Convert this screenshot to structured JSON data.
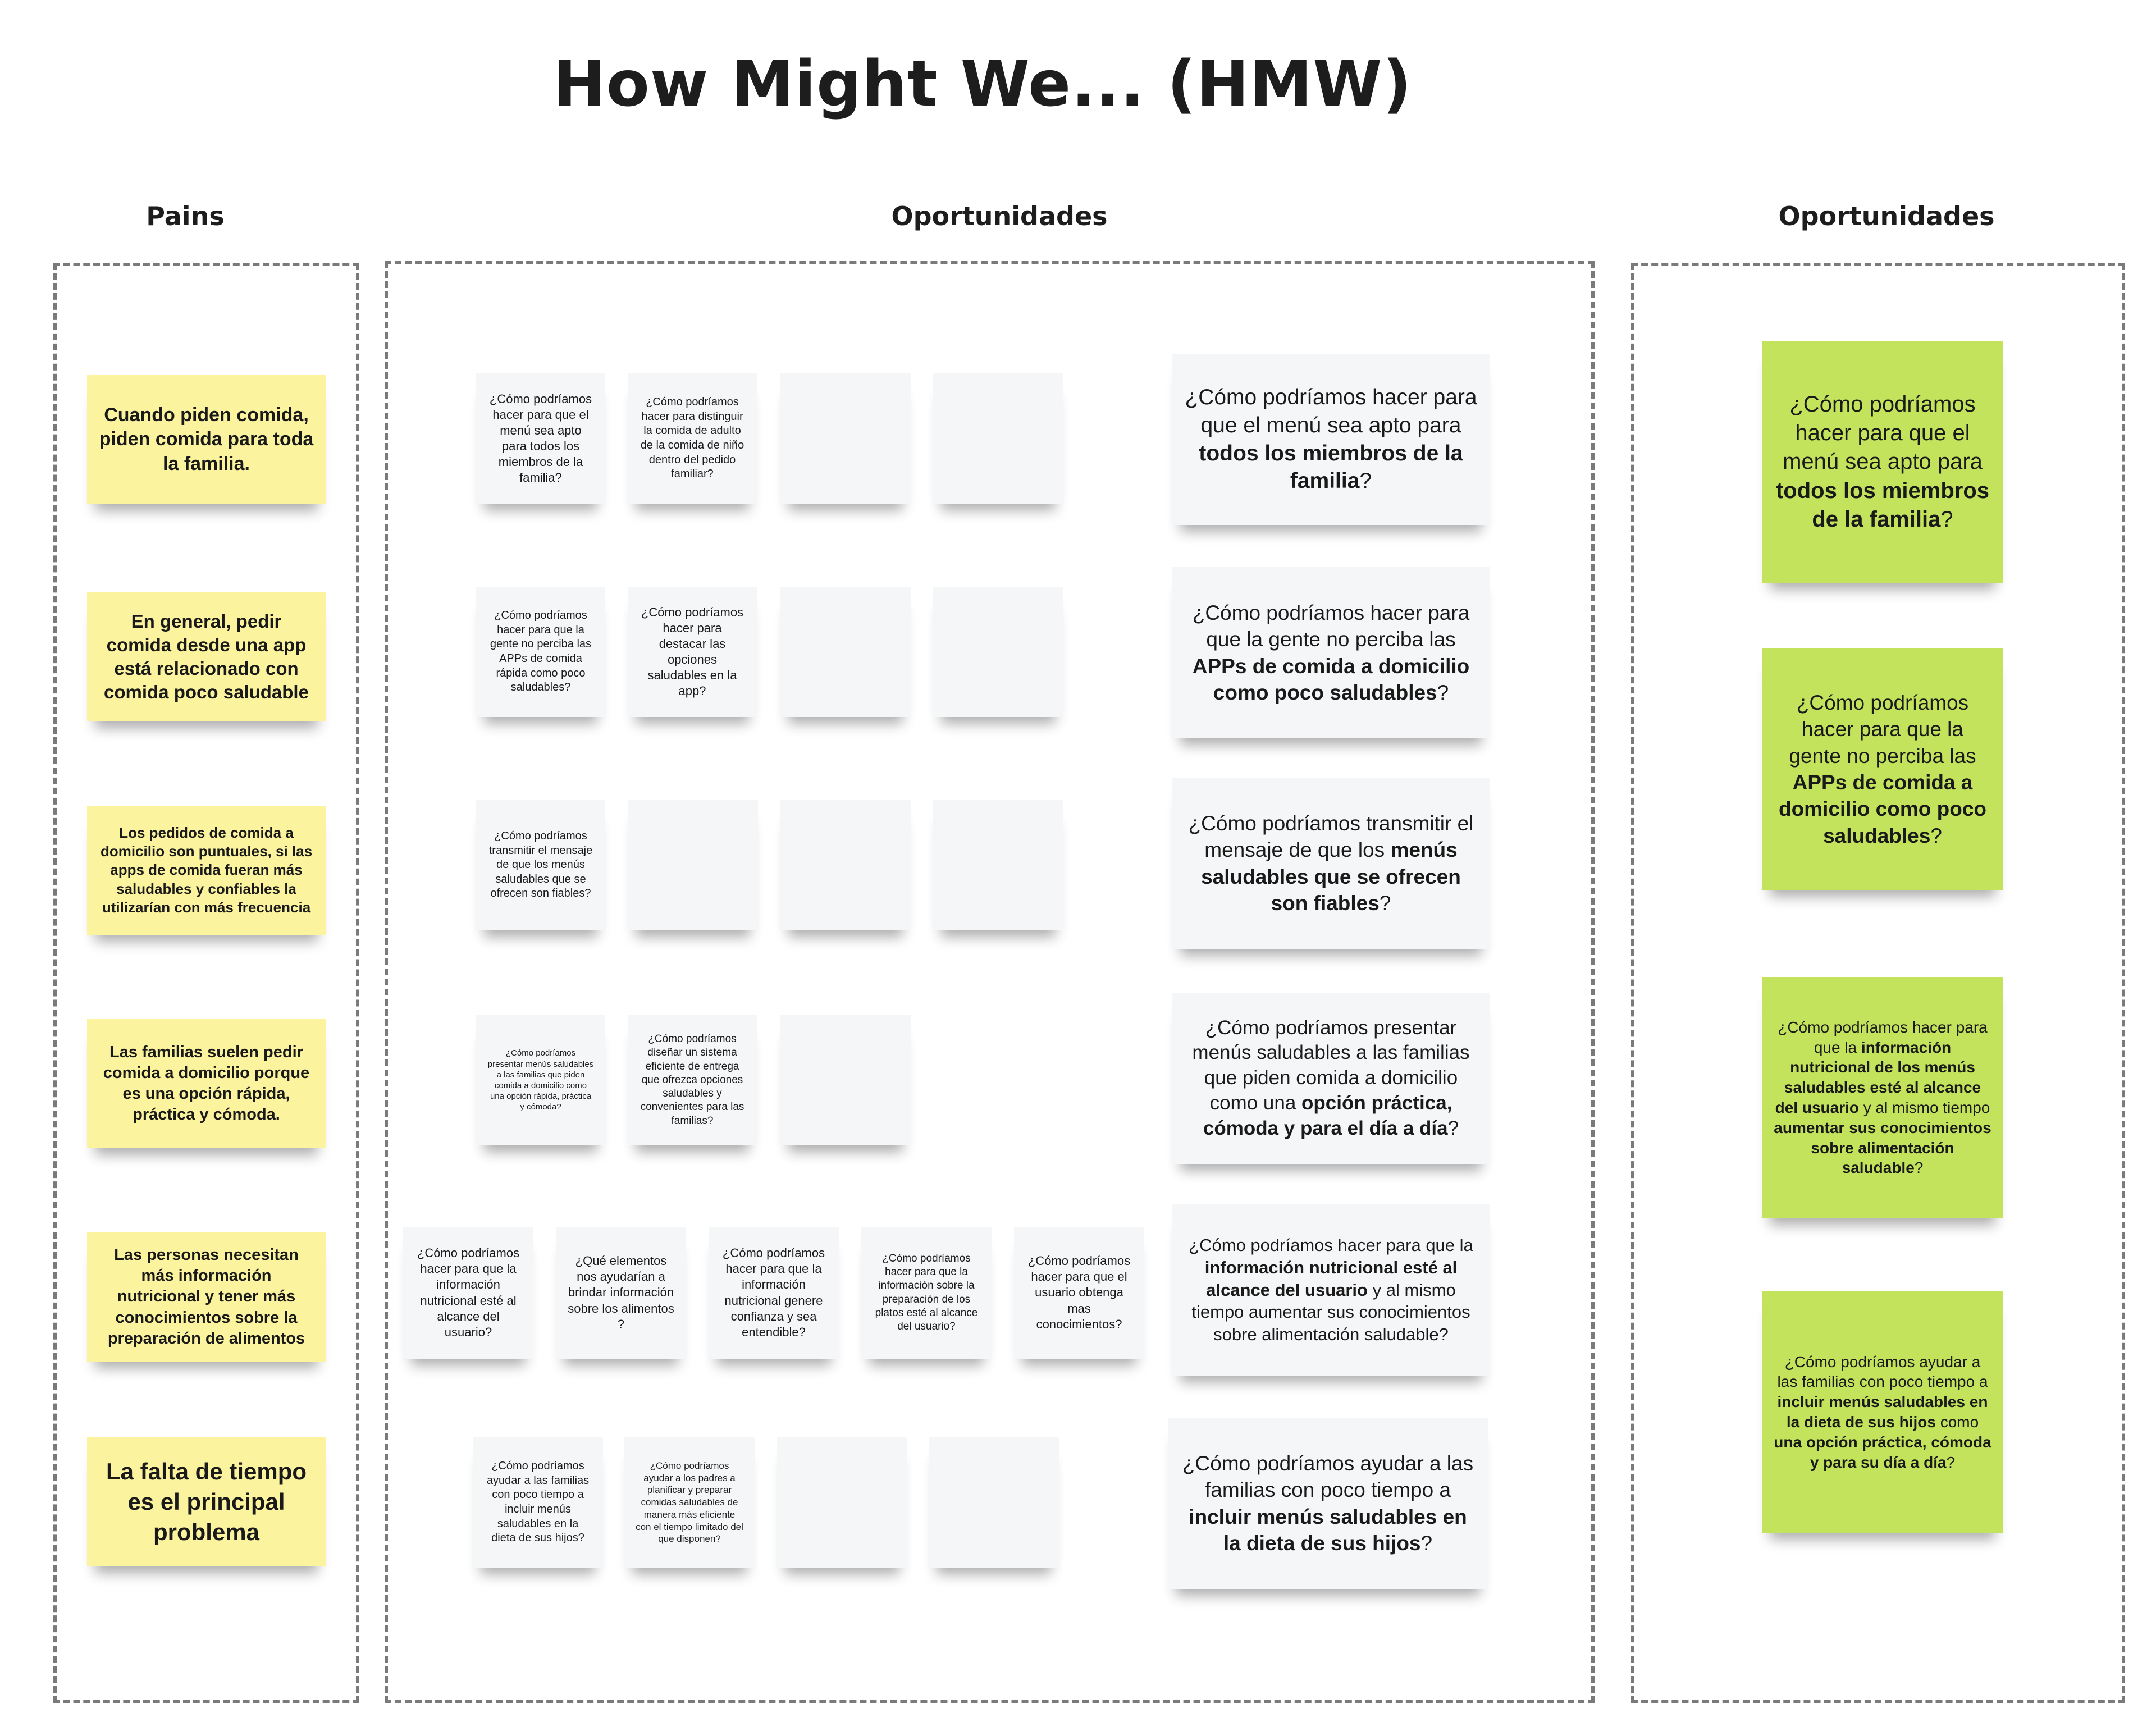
{
  "title": "How Might We... (HMW)",
  "headers": {
    "pains": "Pains",
    "oportunidades_center": "Oportunidades",
    "oportunidades_right": "Oportunidades"
  },
  "pains": [
    "Cuando piden comida, piden comida para toda la familia.",
    "En general, pedir comida desde una app está relacionado con comida poco saludable",
    "Los pedidos de comida a domicilio son puntuales, si las apps de comida fueran más saludables y confiables la utilizarían con más frecuencia",
    "Las familias suelen pedir comida a domicilio porque es una opción rápida, práctica y cómoda.",
    "Las personas necesitan más información nutricional y tener más conocimientos sobre la preparación de alimentos",
    "La falta de tiempo es el principal problema"
  ],
  "small_notes": {
    "r1a": "¿Cómo podríamos hacer para que el menú sea apto para todos los miembros de la familia?",
    "r1b": "¿Cómo podríamos hacer para distinguir la comida de adulto de la comida de niño dentro del pedido familiar?",
    "r2a": "¿Cómo podríamos hacer para que la gente no perciba las APPs de comida rápida como poco saludables?",
    "r2b": "¿Cómo podríamos hacer para destacar las opciones saludables en la app?",
    "r3a": "¿Cómo podríamos transmitir el mensaje de que los menús saludables que se ofrecen son fiables?",
    "r4a": "¿Cómo podríamos presentar menús saludables a las familias que piden comida a domicilio como una opción rápida, práctica y cómoda?",
    "r4b": "¿Cómo podríamos diseñar un sistema eficiente de entrega que ofrezca opciones saludables y convenientes para las familias?",
    "r5a": "¿Cómo podríamos hacer para que la información nutricional esté al alcance del usuario?",
    "r5b": "¿Qué elementos nos ayudarían a brindar información sobre los alimentos ?",
    "r5c": "¿Cómo podríamos hacer para que la información nutricional genere confianza y sea entendible?",
    "r5d": "¿Cómo podríamos hacer para que la información sobre la preparación de los platos esté al alcance del usuario?",
    "r5e": "¿Cómo podríamos hacer para que el usuario obtenga mas conocimientos?",
    "r6a": "¿Cómo podríamos ayudar a las familias con poco tiempo a incluir menús saludables en la dieta de sus hijos?",
    "r6b": "¿Cómo podríamos ayudar a los padres a planificar y preparar comidas saludables de manera más eficiente con el tiempo limitado del que disponen?"
  },
  "big_notes": [
    {
      "pre": "¿Cómo podríamos hacer para que el menú sea apto para ",
      "bold": "todos los miembros de la familia",
      "mid": "",
      "bold2": "",
      "post": "?"
    },
    {
      "pre": "¿Cómo podríamos hacer para que la gente no perciba las ",
      "bold": "APPs de comida a domicilio como poco saludables",
      "mid": "",
      "bold2": "",
      "post": "?"
    },
    {
      "pre": "¿Cómo podríamos transmitir el mensaje de que los ",
      "bold": "menús saludables que se ofrecen son fiables",
      "mid": "",
      "bold2": "",
      "post": "?"
    },
    {
      "pre": "¿Cómo podríamos presentar menús saludables a las familias que piden comida a domicilio como una ",
      "bold": "opción práctica, cómoda y para el día a día",
      "mid": "",
      "bold2": "",
      "post": "?"
    },
    {
      "pre": "¿Cómo podríamos hacer para que la ",
      "bold": "información nutricional esté al alcance del usuario",
      "mid": " y al mismo tiempo aumentar sus conocimientos sobre alimentación saludable",
      "bold2": "",
      "post": "?"
    },
    {
      "pre": "¿Cómo podríamos ayudar a las familias con poco tiempo a ",
      "bold": "incluir menús saludables en la dieta de sus hijos",
      "mid": "",
      "bold2": "",
      "post": "?"
    }
  ],
  "green_notes": [
    {
      "pre": "¿Cómo podríamos hacer para que el menú sea apto para ",
      "bold": "todos los miembros de la familia",
      "mid": "",
      "bold2": "",
      "post": "?"
    },
    {
      "pre": "¿Cómo podríamos hacer para que la gente no perciba las ",
      "bold": "APPs de comida a domicilio como poco saludables",
      "mid": "",
      "bold2": "",
      "post": "?"
    },
    {
      "pre": "¿Cómo podríamos hacer para que la ",
      "bold": "información nutricional de los menús saludables esté al alcance del usuario",
      "mid": " y al mismo tiempo ",
      "bold2": "aumentar sus conocimientos sobre alimentación saludable",
      "post": "?"
    },
    {
      "pre": "¿Cómo podríamos ayudar a las familias con poco tiempo a ",
      "bold": "incluir menús saludables en la dieta de sus hijos",
      "mid": " como ",
      "bold2": "una opción práctica, cómoda y para su día a día",
      "post": "?"
    }
  ]
}
